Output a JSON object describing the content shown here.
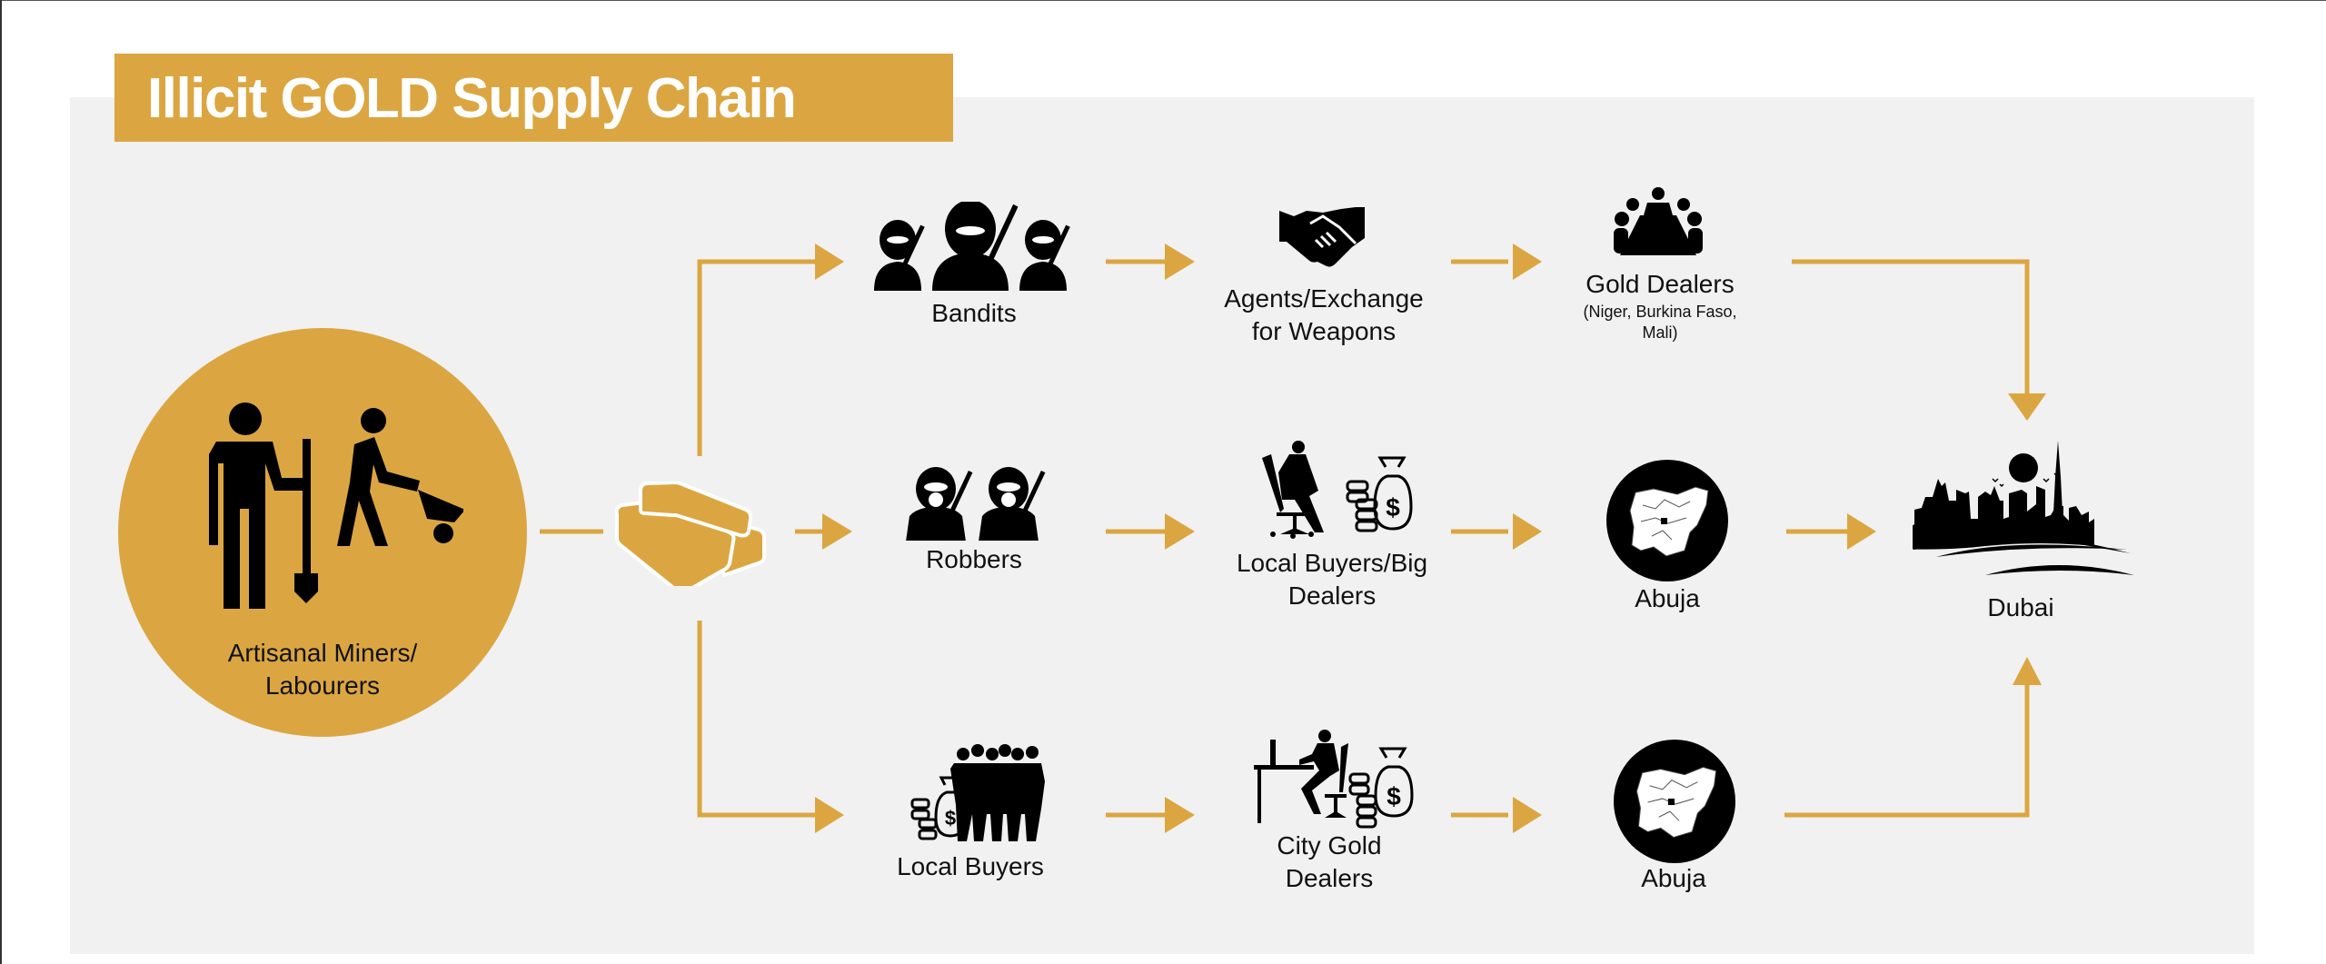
{
  "title": "Illicit GOLD Supply Chain",
  "colors": {
    "accent_gold": "#dba641",
    "panel_background": "#f1f1f1",
    "icon_black": "#000000",
    "title_text": "#ffffff"
  },
  "source_node": {
    "label_line1": "Artisanal Miners/",
    "label_line2": "Labourers",
    "icon": "miners-with-shovel-and-wheelbarrow-icon"
  },
  "hub_node": {
    "icon": "gold-bars-icon"
  },
  "rows": [
    {
      "stage1": {
        "label": "Bandits",
        "icon": "bandits-icon"
      },
      "stage2": {
        "label_line1": "Agents/Exchange",
        "label_line2": "for Weapons",
        "icon": "handshake-icon"
      },
      "stage3": {
        "label": "Gold Dealers",
        "sublabel_line1": "(Niger, Burkina Faso,",
        "sublabel_line2": "Mali)",
        "icon": "meeting-table-icon"
      }
    },
    {
      "stage1": {
        "label": "Robbers",
        "icon": "robbers-icon"
      },
      "stage2": {
        "label_line1": "Local Buyers/Big",
        "label_line2": "Dealers",
        "icon": "businessman-with-money-icon"
      },
      "stage3": {
        "label": "Abuja",
        "icon": "nigeria-map-icon"
      }
    },
    {
      "stage1": {
        "label": "Local Buyers",
        "icon": "crowd-with-money-icon"
      },
      "stage2": {
        "label_line1": "City Gold",
        "label_line2": "Dealers",
        "icon": "desk-dealer-with-money-icon"
      },
      "stage3": {
        "label": "Abuja",
        "icon": "nigeria-map-icon"
      }
    }
  ],
  "destination_node": {
    "label": "Dubai",
    "icon": "dubai-skyline-icon"
  }
}
